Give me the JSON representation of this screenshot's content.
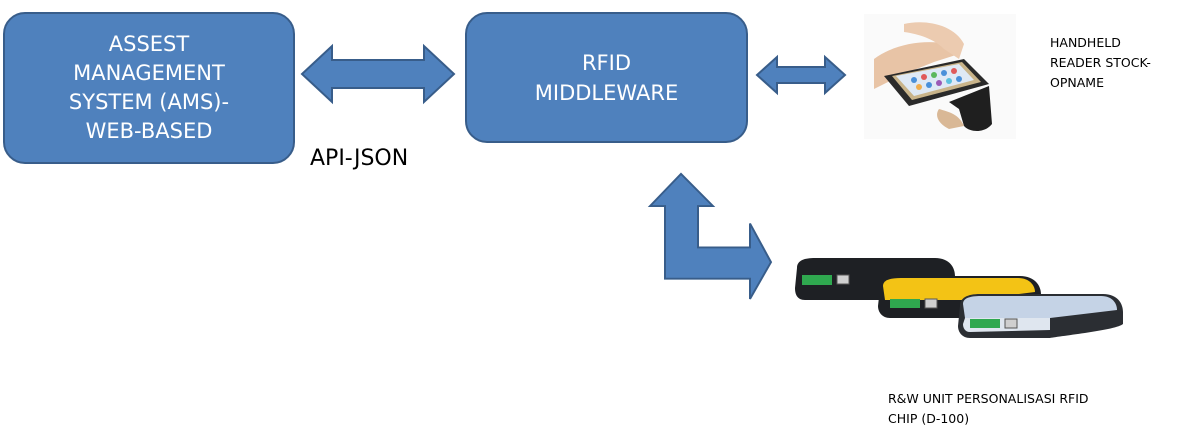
{
  "diagram": {
    "nodes": [
      {
        "id": "ams",
        "lines": [
          "ASSEST",
          "MANAGEMENT",
          "SYSTEM (AMS)-",
          "WEB-BASED"
        ]
      },
      {
        "id": "middleware",
        "lines": [
          "RFID",
          "MIDDLEWARE"
        ]
      }
    ],
    "edges": [
      {
        "from": "ams",
        "to": "middleware",
        "type": "bidirectional",
        "label": "API-JSON"
      },
      {
        "from": "middleware",
        "to": "handheld",
        "type": "bidirectional"
      },
      {
        "from": "middleware",
        "to": "rw-unit",
        "type": "elbow-bidirectional"
      }
    ],
    "devices": [
      {
        "id": "handheld",
        "image": "handheld-rfid-reader-photo",
        "caption_lines": [
          "HANDHELD",
          "READER STOCK-",
          "OPNAME"
        ]
      },
      {
        "id": "rw-unit",
        "image": "desktop-rfid-reader-units-photo",
        "caption_lines": [
          "R&W UNIT PERSONALISASI RFID",
          "CHIP (D-100)"
        ]
      }
    ],
    "colors": {
      "node_fill": "#4f81bd",
      "node_stroke": "#385d8a",
      "text_on_node": "#ffffff",
      "label_text": "#000000"
    }
  }
}
